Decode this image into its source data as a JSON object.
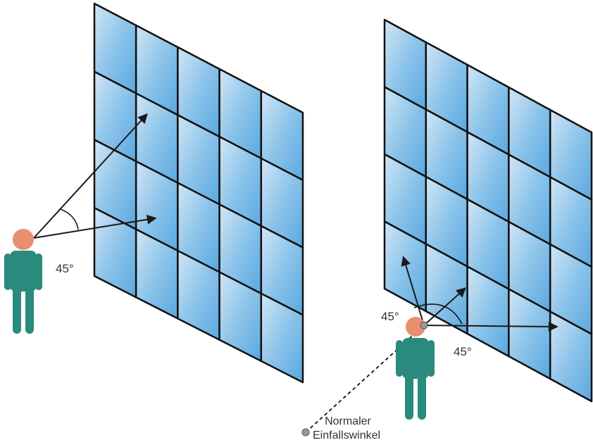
{
  "colors": {
    "panel_light": "#d2e6f6",
    "panel_mid": "#8cc4ea",
    "panel_dark": "#5aa8e0",
    "frame": "#111111",
    "skin": "#e88f70",
    "body": "#2a8a7e",
    "arrow": "#1a1a1a",
    "marker": "#9a9a9a"
  },
  "left_scene": {
    "angle_label": "45°"
  },
  "right_scene": {
    "angle_label_top": "45°",
    "angle_label_bottom": "45°",
    "caption_line1": "Normaler",
    "caption_line2": "Einfallswinkel"
  },
  "icons": [
    "person-icon",
    "arrow-icon",
    "angle-arc-icon",
    "point-marker-icon"
  ]
}
